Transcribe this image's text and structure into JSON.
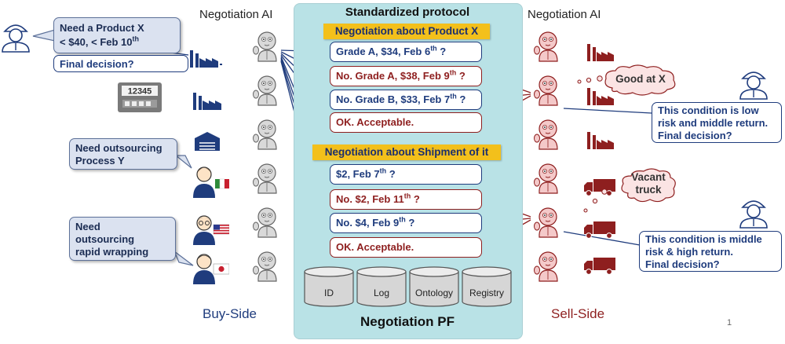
{
  "labels": {
    "negotiation_ai_left": "Negotiation AI",
    "negotiation_ai_right": "Negotiation AI",
    "buy_side": "Buy-Side",
    "sell_side": "Sell-Side",
    "standardized_protocol": "Standardized protocol",
    "negotiation_pf": "Negotiation PF",
    "page_number": "1"
  },
  "headers": {
    "product": "Negotiation about Product X",
    "shipment": "Negotiation about Shipment of it"
  },
  "messages_product": [
    {
      "side": "buy",
      "pre": "Grade A, $34, Feb 6",
      "sup": "th",
      "post": " ?"
    },
    {
      "side": "sell",
      "pre": "No. Grade A, $38, Feb 9",
      "sup": "th",
      "post": " ?"
    },
    {
      "side": "buy",
      "pre": "No. Grade B, $33, Feb 7",
      "sup": "th",
      "post": " ?"
    },
    {
      "side": "sell",
      "pre": "OK. Acceptable.",
      "sup": "",
      "post": ""
    }
  ],
  "messages_shipment": [
    {
      "side": "buy",
      "pre": "$2, Feb 7",
      "sup": "th",
      "post": " ?"
    },
    {
      "side": "sell",
      "pre": "No. $2, Feb 11",
      "sup": "th",
      "post": " ?"
    },
    {
      "side": "buy",
      "pre": "No. $4, Feb 9",
      "sup": "th",
      "post": " ?"
    },
    {
      "side": "sell",
      "pre": "OK. Acceptable.",
      "sup": "",
      "post": ""
    }
  ],
  "databases": [
    "ID",
    "Log",
    "Ontology",
    "Registry"
  ],
  "callouts": {
    "need_product_line1": "Need a Product X",
    "need_product_line2_pre": "< $40, < Feb 10",
    "need_product_line2_sup": "th",
    "final_decision_buy": "Final decision?",
    "outsourcing_y_line1": "Need outsourcing",
    "outsourcing_y_line2": "Process Y",
    "wrapping_line1": "Need",
    "wrapping_line2": "outsourcing",
    "wrapping_line3": "rapid wrapping",
    "low_risk_line1": "This condition is low",
    "low_risk_line2": "risk and middle return.",
    "low_risk_line3": "Final decision?",
    "middle_risk_line1": "This condition is middle",
    "middle_risk_line2": "risk & high return.",
    "middle_risk_line3": "Final decision?"
  },
  "clouds": {
    "good_at_x": "Good at X",
    "vacant_line1": "Vacant",
    "vacant_line2": "truck"
  },
  "meter_display": "12345",
  "colors": {
    "buy_blue": "#1f3c7d",
    "sell_red": "#8e1f1f",
    "panel_teal": "#b9e2e6",
    "header_yellow": "#f3c01b"
  }
}
